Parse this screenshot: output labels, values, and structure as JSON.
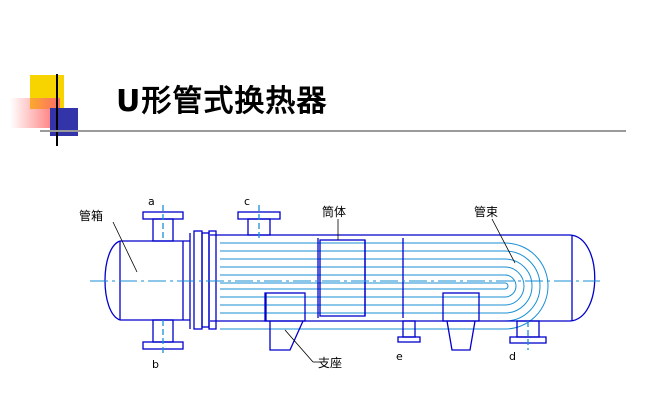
{
  "slide": {
    "title": "U形管式换热器"
  },
  "diagram": {
    "labels": {
      "header_box": "管箱",
      "shell": "筒体",
      "tube_bundle": "管束",
      "support": "支座",
      "nozzle_a": "a",
      "nozzle_b": "b",
      "nozzle_c": "c",
      "nozzle_d": "d",
      "nozzle_e": "e"
    },
    "colors": {
      "outline": "#0000cc",
      "tubes": "#1a8fd6",
      "leader": "#000000",
      "deco_yellow": "#f7d400",
      "deco_red": "#ff6b6b",
      "deco_blue": "#3333aa"
    }
  }
}
